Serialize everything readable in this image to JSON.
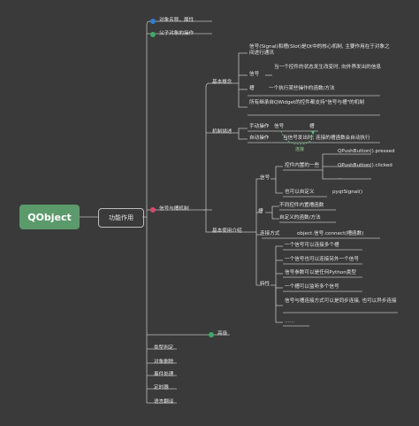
{
  "root": {
    "label": "QObject"
  },
  "center": {
    "label": "功能作用"
  },
  "branch_top": [
    {
      "label": "对象名称，属性",
      "icon": "blue"
    },
    {
      "label": "父子对象的操作",
      "icon": "green"
    }
  ],
  "signal_slot": {
    "label": "信号与槽机制",
    "basic": {
      "label": "基本概念",
      "intro": "信号(Signal)和槽(Slot)是Qt中的核心机制, 主要作用在于对象之间进行通讯",
      "signal_label": "信号",
      "signal_desc": "当一个控件的状态发生改变时, 向外界发出的信息",
      "slot_label": "槽",
      "slot_desc": "一个执行某些操作的函数/方法",
      "inherit": "所有继承自QWidget的控件都支持\"信号与槽\"的机制"
    },
    "mechanism": {
      "label": "机制描述",
      "manual": "手动操作",
      "auto": "自动操作",
      "signal": "信号",
      "slot": "槽",
      "auto_desc": "当信号发出时, 连接的槽函数会自动执行",
      "connect": "连接"
    },
    "usage": {
      "label": "基本使用介绍",
      "signal": {
        "label": "信号",
        "builtin": "控件内置的一些",
        "items": [
          "QPushButton().pressed",
          "QPushButton().clicked",
          "..."
        ],
        "custom": "也可以自定义",
        "custom_value": "pyqtSignal()"
      },
      "slot": {
        "label": "槽",
        "items": [
          "不同控件内置槽函数",
          "自定义的函数/方法"
        ]
      },
      "connect": {
        "label": "连接方式",
        "value": "object.信号.connect(槽函数)"
      },
      "features": {
        "label": "特性",
        "items": [
          "一个信号可以连接多个槽",
          "一个信号也可以连接另外一个信号",
          "信号参数可以是任何Python类型",
          "一个槽可以监听多个信号",
          "信号与槽连接方式可以是同步连接, 也可以异步连接",
          "……"
        ]
      }
    }
  },
  "advanced": {
    "label": "高级"
  },
  "branch_bottom": [
    "类型判定",
    "对象删除",
    "事件处理",
    "定时器",
    "语言翻译"
  ]
}
